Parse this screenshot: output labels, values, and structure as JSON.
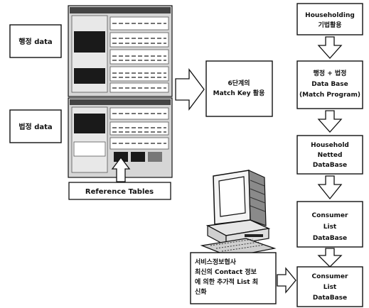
{
  "left": {
    "admin_data_label": "행정 data",
    "legal_data_label": "법정 data",
    "reference_tables_label": "Reference Tables"
  },
  "middle": {
    "match_key_line1": "6단계의",
    "match_key_line2": "Match Key 활용"
  },
  "right": {
    "householding": [
      "Householding",
      "기법활용"
    ],
    "database": [
      "행정 + 법정",
      "Data Base",
      "(Match Program)"
    ],
    "netted": [
      "Household",
      "Netted",
      "DataBase"
    ],
    "consumer_list": [
      "Consumer",
      "List",
      "DataBase"
    ],
    "consumer_list_final": [
      "Consumer",
      "List",
      "DataBase"
    ]
  },
  "bottom": {
    "service_text": [
      "서비스정보협사",
      "최신의 Contact 정보",
      "에 의한 추가적 List 최",
      "신화"
    ]
  },
  "colors": {
    "line": "#111111",
    "screen_dark": "#1a1a1a",
    "panel_gray": "#bdbdbd"
  }
}
